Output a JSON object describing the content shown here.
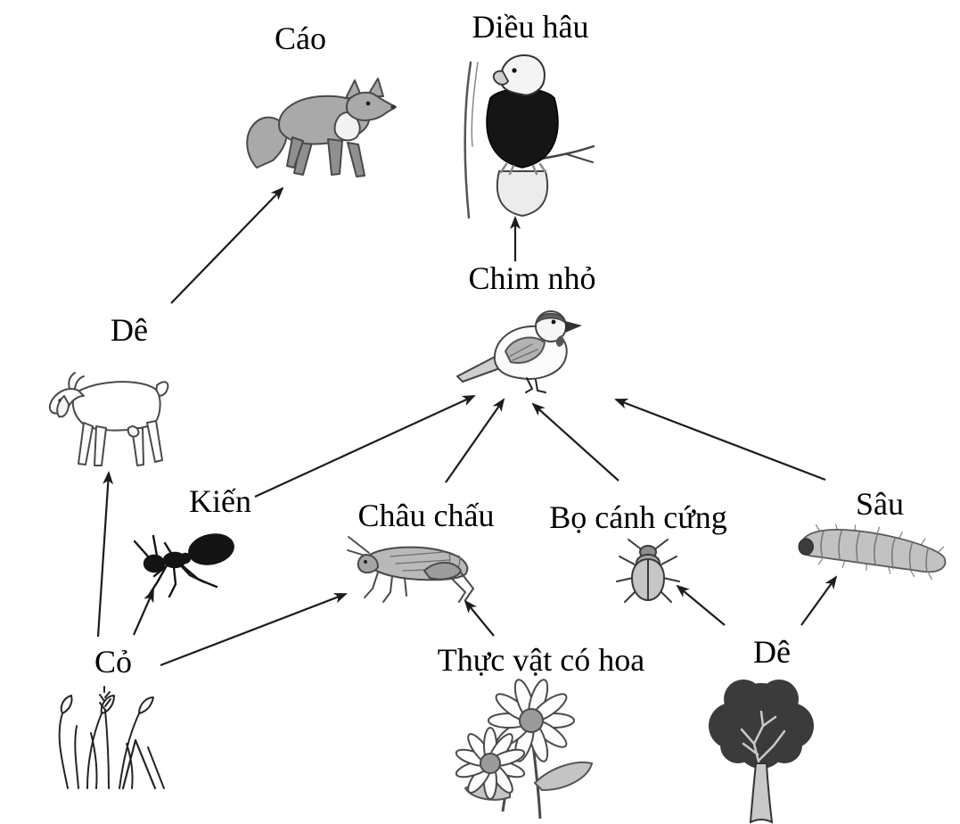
{
  "diagram": {
    "type": "food-web",
    "language": "vi",
    "background_color": "#ffffff",
    "arrow_color": "#1c1c1c",
    "text_color": "#000000"
  },
  "nodes": [
    {
      "id": "cao",
      "label": "Cáo",
      "icon": "fox-icon"
    },
    {
      "id": "dieu_hau",
      "label": "Diều hâu",
      "icon": "eagle-icon"
    },
    {
      "id": "de_goat",
      "label": "Dê",
      "icon": "goat-icon"
    },
    {
      "id": "chim_nho",
      "label": "Chim nhỏ",
      "icon": "sparrow-icon"
    },
    {
      "id": "kien",
      "label": "Kiến",
      "icon": "ant-icon"
    },
    {
      "id": "chau_chau",
      "label": "Châu chấu",
      "icon": "grasshopper-icon"
    },
    {
      "id": "bo_canh_cung",
      "label": "Bọ cánh cứng",
      "icon": "beetle-icon"
    },
    {
      "id": "sau",
      "label": "Sâu",
      "icon": "caterpillar-icon"
    },
    {
      "id": "co",
      "label": "Cỏ",
      "icon": "grass-icon"
    },
    {
      "id": "thuc_vat_co_hoa",
      "label": "Thực vật có hoa",
      "icon": "daisy-flowers-icon"
    },
    {
      "id": "de_tree",
      "label": "Dê",
      "icon": "tree-icon"
    }
  ],
  "edges": [
    {
      "from": "co",
      "to": "de_goat"
    },
    {
      "from": "co",
      "to": "kien"
    },
    {
      "from": "co",
      "to": "chau_chau"
    },
    {
      "from": "thuc_vat_co_hoa",
      "to": "chau_chau"
    },
    {
      "from": "de_tree",
      "to": "bo_canh_cung"
    },
    {
      "from": "de_tree",
      "to": "sau"
    },
    {
      "from": "de_goat",
      "to": "cao"
    },
    {
      "from": "kien",
      "to": "chim_nho"
    },
    {
      "from": "chau_chau",
      "to": "chim_nho"
    },
    {
      "from": "bo_canh_cung",
      "to": "chim_nho"
    },
    {
      "from": "sau",
      "to": "chim_nho"
    },
    {
      "from": "chim_nho",
      "to": "dieu_hau"
    }
  ]
}
